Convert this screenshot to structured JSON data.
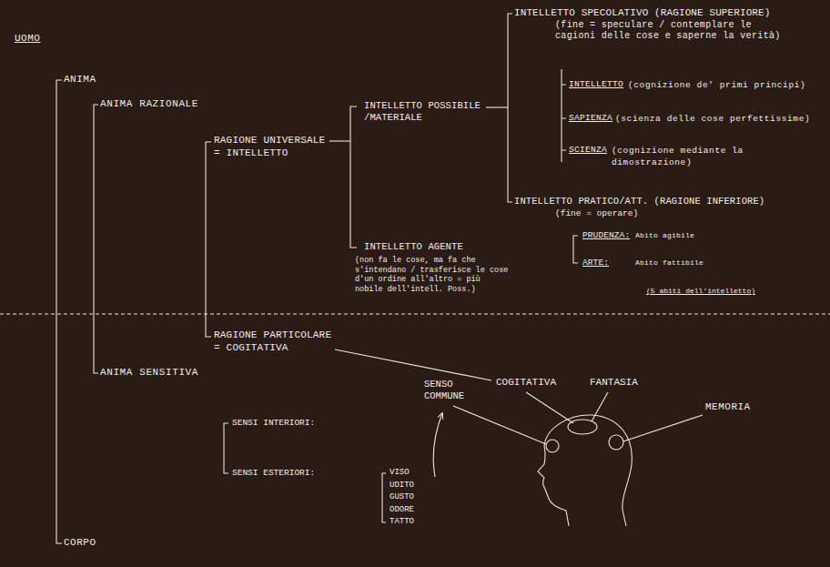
{
  "diagram": {
    "title": "UOMO",
    "labels": [
      "ANIMA",
      "ANIMA RAZIONALE",
      "RAGIONE UNIVERSALE = INTELLETTO",
      "INTELLETTO POSSIBILE /MATERIALE",
      "INTELLETTO SPECOLATIVO (RAGIONE SUPERIORE)",
      "(fine = speculare / contemplare le cagioni delle cose e saperne la verità)",
      "INTELLETTO",
      "(cognizione de' primi principi)",
      "SAPIENZA",
      "(scienza delle cose perfettissime)",
      "SCIENZA",
      "(cognizione mediante la dimostrazione)",
      "INTELLETTO PRATICO/ATT. (RAGIONE INFERIORE)",
      "(fine = operare)",
      "PRUDENZA:",
      "Abito agibile",
      "ARTE:",
      "Abito fattibile",
      "(5 abiti dell'intelletto)",
      "INTELLETTO AGENTE",
      "(non fa le cose, ma fa che s'intendano / trasferisce le cose d'un ordine all'altro = più nobile dell'intell. Poss.)",
      "RAGIONE PARTICOLARE = COGITATIVA",
      "ANIMA SENSITIVA",
      "COGITATIVA",
      "FANTASIA",
      "MEMORIA",
      "SENSO COMMUNE",
      "SENSI INTERIORI:",
      "SENSI ESTERIORI:",
      "VISO",
      "UDITO",
      "GUSTO",
      "ODORE",
      "TATTO",
      "CORPO"
    ]
  }
}
